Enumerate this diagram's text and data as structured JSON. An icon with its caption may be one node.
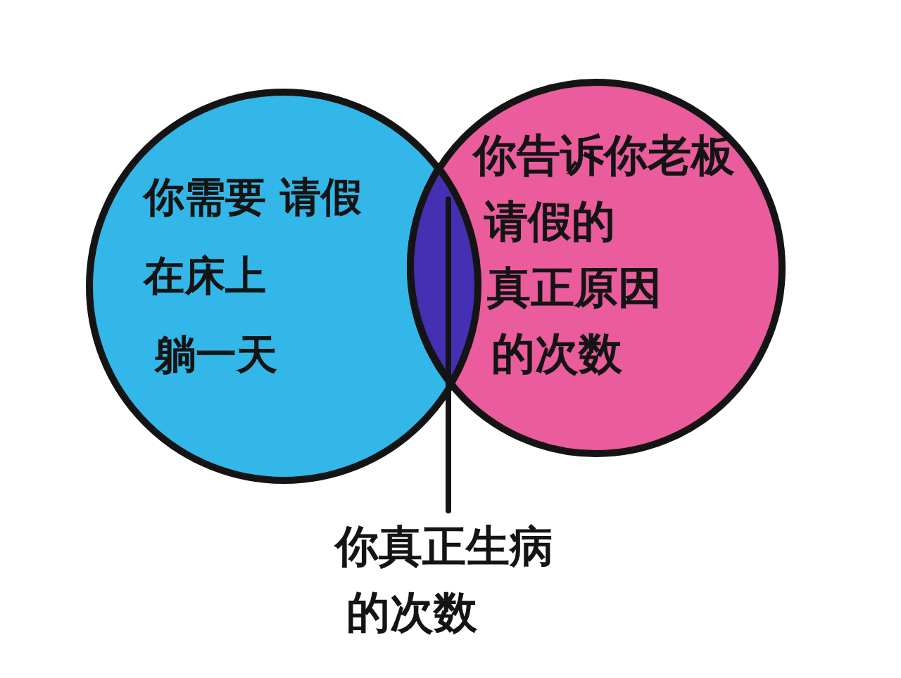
{
  "diagram": {
    "nodes": [
      {
        "text": [
          "你需要 请假在床上躺一天"
        ]
      },
      {
        "text": [
          "你告诉你老板请假的真正原因的次数"
        ]
      },
      {
        "text": [],
        "shape": "lens"
      },
      {
        "text": [
          "你真正生病的次数"
        ]
      }
    ],
    "edges": [
      {
        "from": 3,
        "to": 2,
        "arrow": "none"
      }
    ]
  }
}
